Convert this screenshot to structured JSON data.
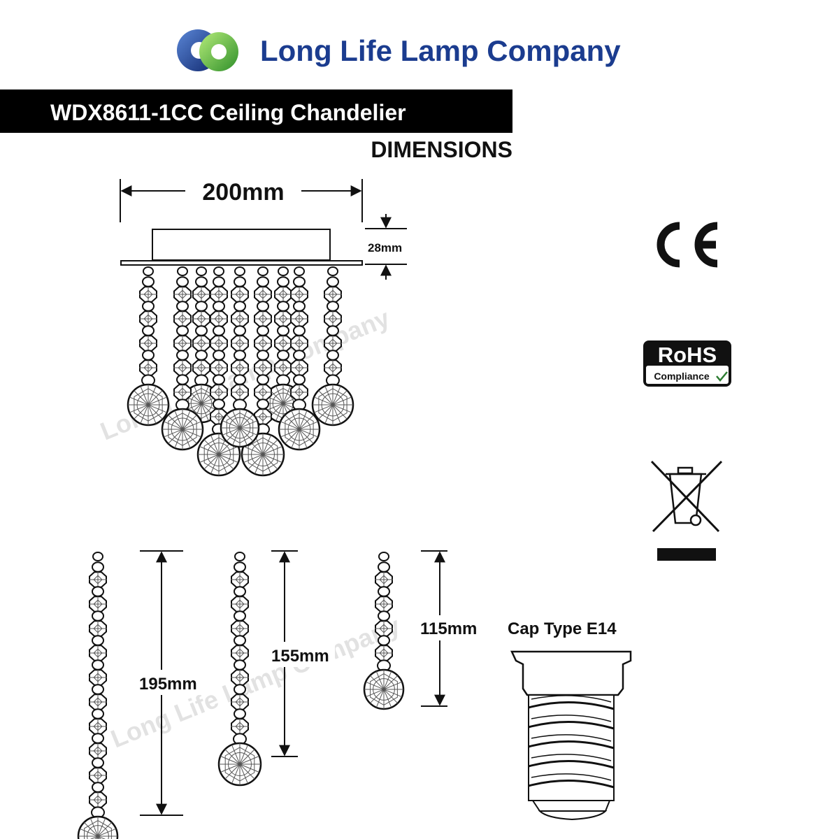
{
  "brand": {
    "name": "Long Life Lamp Company",
    "colors": {
      "blue": "#1b3c8f",
      "green": "#6cc24a"
    }
  },
  "product": {
    "title": "WDX8611-1CC Ceiling Chandelier"
  },
  "section": {
    "label": "DIMENSIONS"
  },
  "dimensions": {
    "width": "200mm",
    "canopy_height": "28mm",
    "strand_long": "195mm",
    "strand_medium": "155mm",
    "strand_short": "115mm"
  },
  "cap": {
    "label": "Cap Type E14"
  },
  "certifications": {
    "ce": "CE",
    "rohs_title": "RoHS",
    "rohs_subtitle": "Compliance",
    "weee_icon": "crossed-bin-icon"
  },
  "watermark": {
    "text": "Long Life Lamp Company"
  }
}
